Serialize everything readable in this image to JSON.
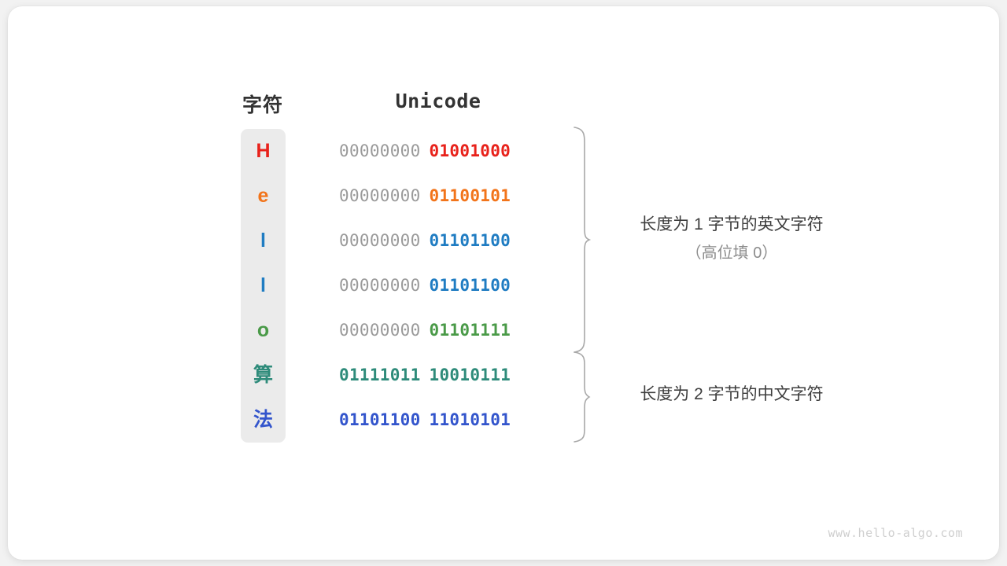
{
  "canvas": {
    "background_color": "#f2f2f2",
    "card_color": "#ffffff"
  },
  "headers": {
    "character_column": "字符",
    "unicode_column": "Unicode"
  },
  "rows": [
    {
      "character": "H",
      "char_color": "#e8221b",
      "high_byte": "00000000",
      "low_byte": "01001000",
      "low_byte_color": "#e8221b"
    },
    {
      "character": "e",
      "char_color": "#f2741a",
      "high_byte": "00000000",
      "low_byte": "01100101",
      "low_byte_color": "#f2741a"
    },
    {
      "character": "l",
      "char_color": "#1f7cc2",
      "high_byte": "00000000",
      "low_byte": "01101100",
      "low_byte_color": "#1f7cc2"
    },
    {
      "character": "l",
      "char_color": "#1f7cc2",
      "high_byte": "00000000",
      "low_byte": "01101100",
      "low_byte_color": "#1f7cc2"
    },
    {
      "character": "o",
      "char_color": "#4a9a48",
      "high_byte": "00000000",
      "low_byte": "01101111",
      "low_byte_color": "#4a9a48"
    },
    {
      "character": "算",
      "char_color": "#2e8b7a",
      "high_byte": "01111011",
      "low_byte": "10010111",
      "high_byte_color": "#2e8b7a",
      "low_byte_color": "#2e8b7a"
    },
    {
      "character": "法",
      "char_color": "#3355cc",
      "high_byte": "01101100",
      "low_byte": "11010101",
      "high_byte_color": "#3355cc",
      "low_byte_color": "#3355cc"
    }
  ],
  "annotations": {
    "group_one_main": "长度为 1 字节的英文字符",
    "group_one_sub": "（高位填 0）",
    "group_two_main": "长度为 2 字节的中文字符"
  },
  "watermark": "www.hello-algo.com",
  "colors": {
    "column_background": "#ebebeb",
    "high_byte_gray": "#9a9a9a",
    "brace_gray": "#a8a8a8",
    "header_text": "#333333",
    "annotation_text": "#3d3d3d",
    "annotation_sub_text": "#8c8c8c",
    "watermark_text": "#cfcfcf"
  }
}
